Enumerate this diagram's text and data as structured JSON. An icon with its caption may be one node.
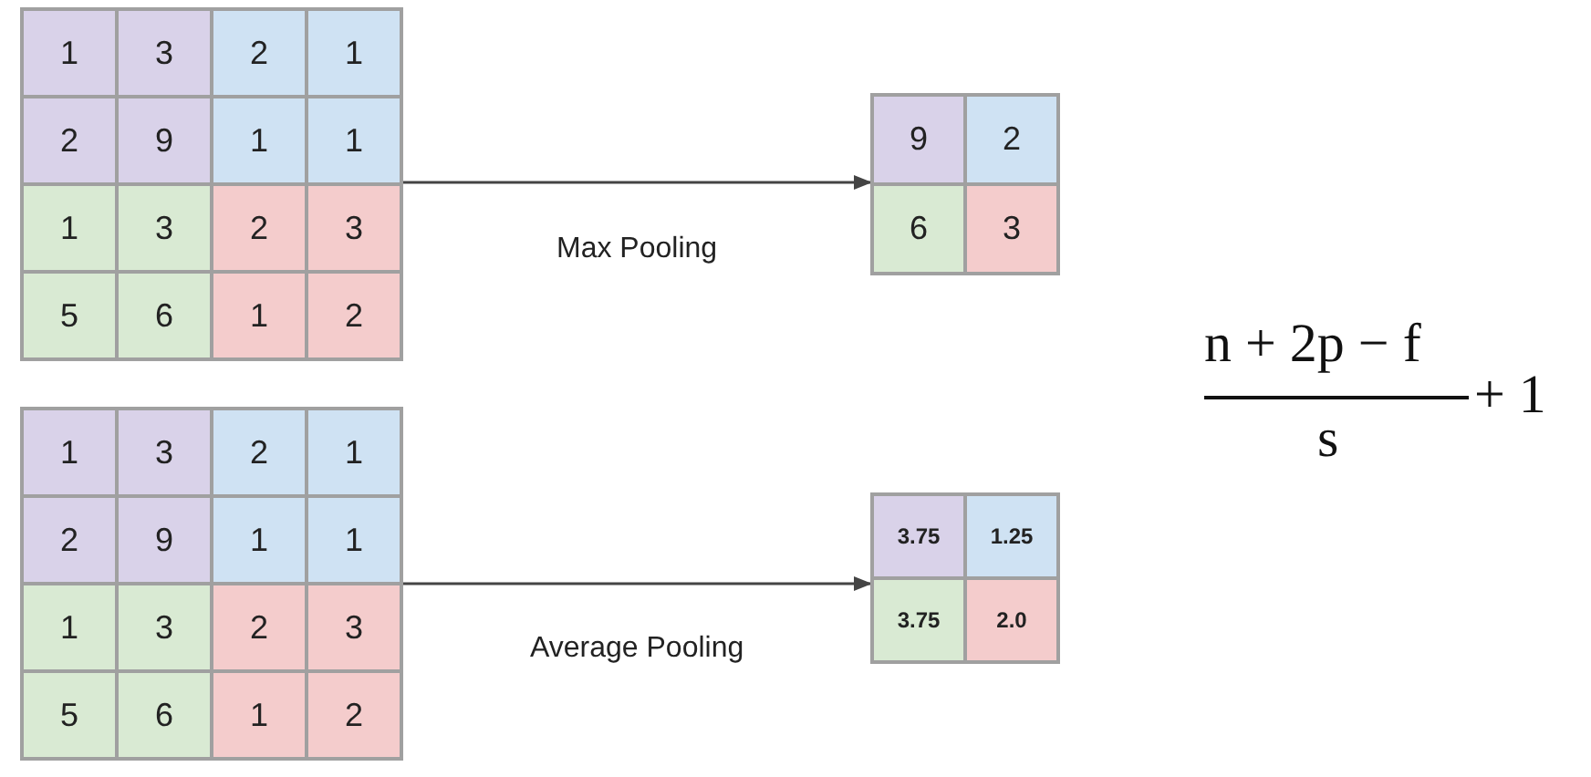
{
  "diagram": {
    "nodes": [
      {
        "text": [],
        "shape": "box"
      },
      {
        "text": [
          "1"
        ],
        "in": 0
      },
      {
        "text": [
          "3"
        ],
        "in": 0
      },
      {
        "text": [
          "2"
        ],
        "in": 0
      },
      {
        "text": [
          "1"
        ],
        "in": 0
      },
      {
        "text": [
          "2"
        ],
        "in": 0
      },
      {
        "text": [
          "9"
        ],
        "in": 0
      },
      {
        "text": [
          "1"
        ],
        "in": 0
      },
      {
        "text": [
          "1"
        ],
        "in": 0
      },
      {
        "text": [
          "1"
        ],
        "in": 0
      },
      {
        "text": [
          "3"
        ],
        "in": 0
      },
      {
        "text": [
          "2"
        ],
        "in": 0
      },
      {
        "text": [
          "3"
        ],
        "in": 0
      },
      {
        "text": [
          "5"
        ],
        "in": 0
      },
      {
        "text": [
          "6"
        ],
        "in": 0
      },
      {
        "text": [
          "1"
        ],
        "in": 0
      },
      {
        "text": [
          "2"
        ],
        "in": 0
      },
      {
        "text": [],
        "shape": "box"
      },
      {
        "text": [
          "9"
        ],
        "in": 17
      },
      {
        "text": [
          "2"
        ],
        "in": 17
      },
      {
        "text": [
          "6"
        ],
        "in": 17
      },
      {
        "text": [
          "3"
        ],
        "in": 17
      },
      {
        "text": [],
        "shape": "box"
      },
      {
        "text": [
          "1"
        ],
        "in": 22
      },
      {
        "text": [
          "3"
        ],
        "in": 22
      },
      {
        "text": [
          "2"
        ],
        "in": 22
      },
      {
        "text": [
          "1"
        ],
        "in": 22
      },
      {
        "text": [
          "2"
        ],
        "in": 22
      },
      {
        "text": [
          "9"
        ],
        "in": 22
      },
      {
        "text": [
          "1"
        ],
        "in": 22
      },
      {
        "text": [
          "1"
        ],
        "in": 22
      },
      {
        "text": [
          "1"
        ],
        "in": 22
      },
      {
        "text": [
          "3"
        ],
        "in": 22
      },
      {
        "text": [
          "2"
        ],
        "in": 22
      },
      {
        "text": [
          "3"
        ],
        "in": 22
      },
      {
        "text": [
          "5"
        ],
        "in": 22
      },
      {
        "text": [
          "6"
        ],
        "in": 22
      },
      {
        "text": [
          "1"
        ],
        "in": 22
      },
      {
        "text": [
          "2"
        ],
        "in": 22
      },
      {
        "text": [],
        "shape": "box"
      },
      {
        "text": [
          "3.75"
        ],
        "in": 39
      },
      {
        "text": [
          "1.25"
        ],
        "in": 39
      },
      {
        "text": [
          "3.75"
        ],
        "in": 39
      },
      {
        "text": [
          "2.0"
        ],
        "in": 39
      }
    ],
    "edges": [
      {
        "from": 0,
        "to": 17,
        "arrow": "to",
        "label": "Max Pooling"
      },
      {
        "from": 22,
        "to": 39,
        "arrow": "to",
        "label": "Average Pooling"
      }
    ],
    "labels": [
      "n + 2p − f",
      "s",
      "+ 1"
    ]
  }
}
